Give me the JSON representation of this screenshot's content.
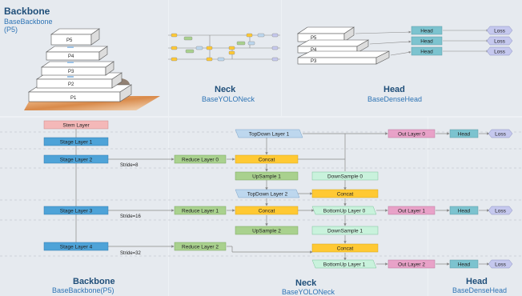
{
  "top": {
    "backbone": {
      "title": "Backbone",
      "sub1": "BaseBackbone",
      "sub2": "(P5)"
    },
    "neck": {
      "title": "Neck",
      "sub": "BaseYOLONeck"
    },
    "head": {
      "title": "Head",
      "sub": "BaseDenseHead"
    },
    "pyramid_levels": [
      "P5",
      "P4",
      "P3",
      "P2",
      "P1"
    ],
    "head_levels": [
      "P5",
      "P4",
      "P3"
    ],
    "head_label": "Head",
    "loss_label": "Loss"
  },
  "bottom": {
    "backbone": {
      "title": "Backbone",
      "sub": "BaseBackbone(P5)",
      "stem": "Stem Layer",
      "stages": [
        "Stage Layer 1",
        "Stage Layer 2",
        "Stage Layer 3",
        "Stage Layer 4"
      ],
      "strides": [
        "Stride=8",
        "Stride=16",
        "Stride=32"
      ]
    },
    "neck": {
      "title": "Neck",
      "sub": "BaseYOLONeck",
      "reduce": [
        "Reduce Layer 0",
        "Reduce Layer 1",
        "Reduce Layer 2"
      ],
      "concat": "Concat",
      "topdown": [
        "TopDown Layer 1",
        "TopDown Layer 2"
      ],
      "upsample": [
        "UpSample 1",
        "UpSample 2"
      ],
      "downsample": [
        "DownSample 0",
        "DownSample 1"
      ],
      "bottomup": [
        "BottomUp Layer 0",
        "BottomUp Layer 1"
      ]
    },
    "head": {
      "title": "Head",
      "sub": "BaseDenseHead",
      "out": [
        "Out Layer 0",
        "Out Layer 1",
        "Out Layer 2"
      ],
      "head_label": "Head",
      "loss_label": "Loss"
    }
  },
  "colors": {
    "stem": "#f4b8b8",
    "stage": "#4ea3d8",
    "reduce": "#a9d18e",
    "concat": "#ffc933",
    "topdown": "#bdd7ee",
    "upsample": "#a9d18e",
    "downsample": "#c9f2dc",
    "out": "#e8a2c8",
    "head": "#7cc3cf",
    "loss": "#c5c8ee"
  }
}
